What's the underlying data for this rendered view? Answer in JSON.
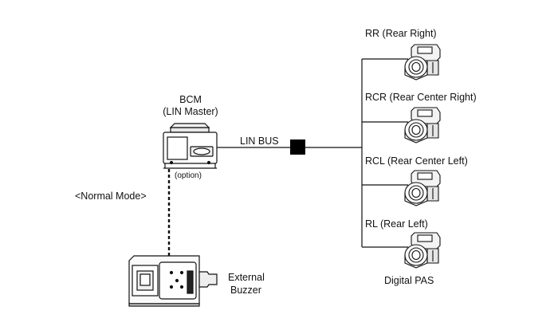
{
  "bcm": {
    "title": "BCM",
    "subtitle": "(LIN Master)",
    "option": "(option)"
  },
  "bus": {
    "label": "LIN BUS"
  },
  "mode": {
    "label": "<Normal Mode>"
  },
  "buzzer": {
    "line1": "External",
    "line2": "Buzzer"
  },
  "sensors": [
    {
      "label": "RR (Rear Right)"
    },
    {
      "label": "RCR (Rear Center Right)"
    },
    {
      "label": "RCL (Rear Center Left)"
    },
    {
      "label": "RL (Rear Left)"
    }
  ],
  "pas": {
    "label": "Digital PAS"
  }
}
